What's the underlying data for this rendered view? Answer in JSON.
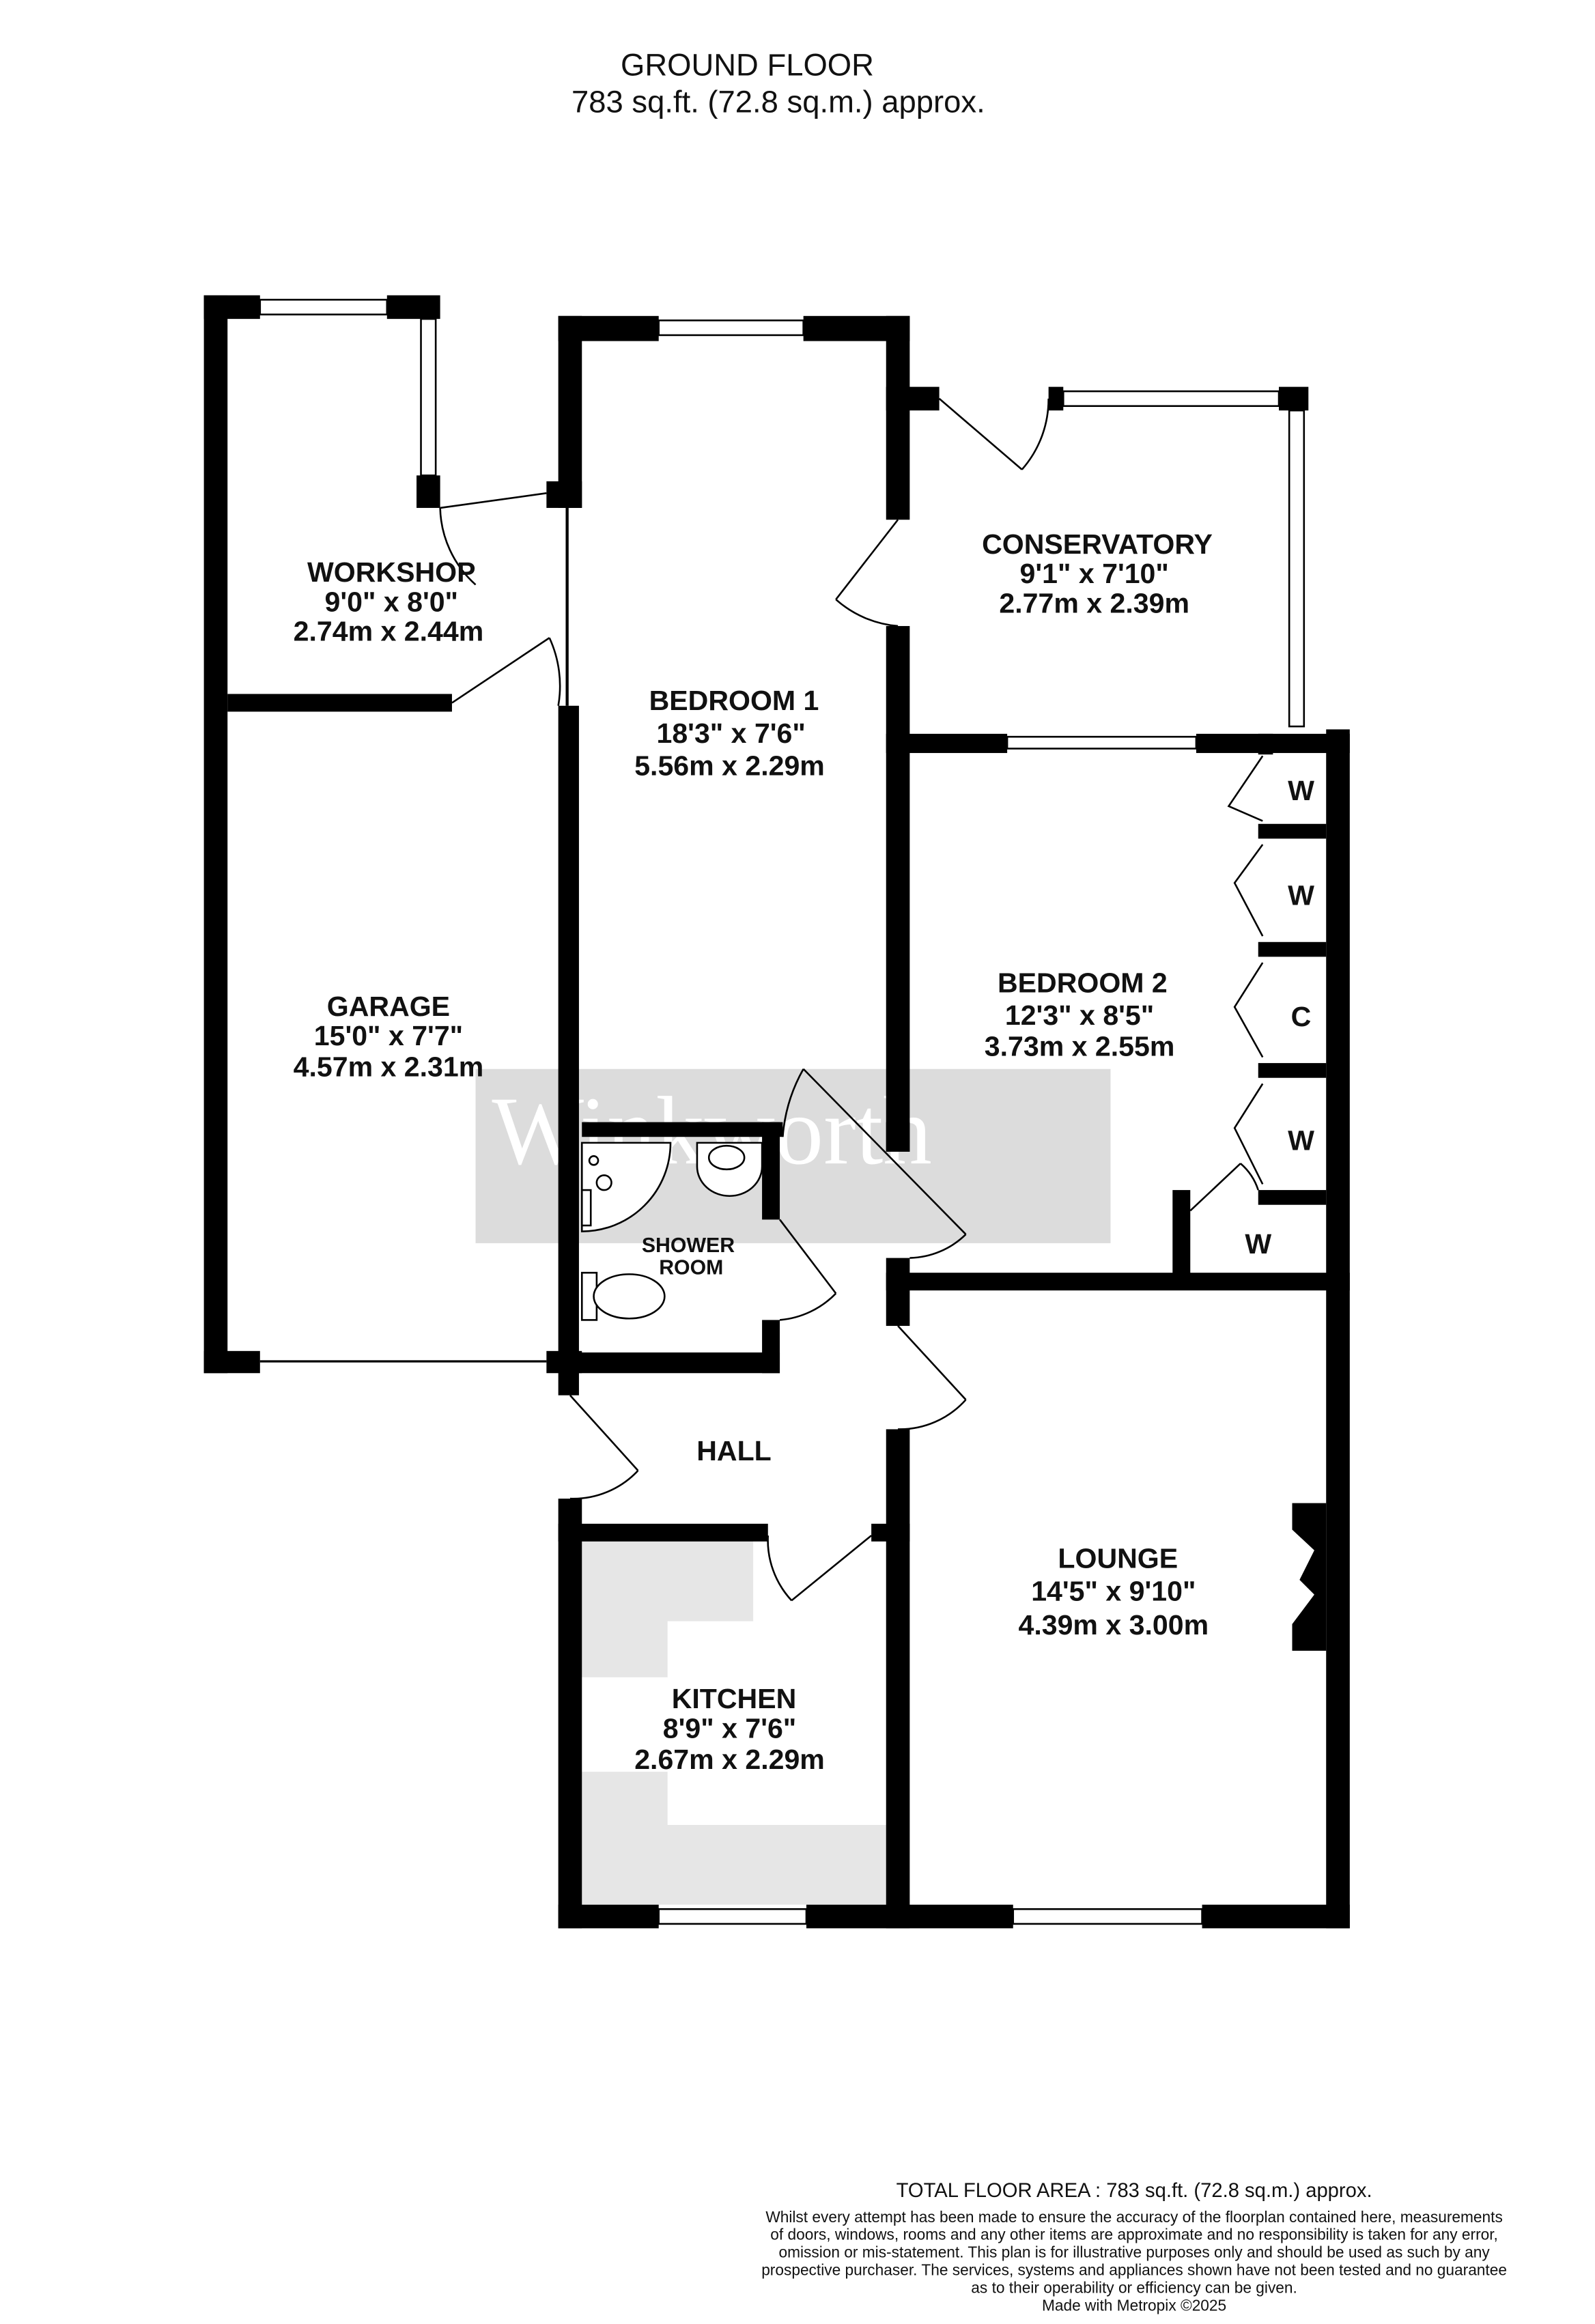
{
  "header": {
    "title": "GROUND FLOOR",
    "area": "783 sq.ft. (72.8 sq.m.) approx."
  },
  "watermark": "Winkworth",
  "rooms": {
    "workshop": {
      "name": "WORKSHOP",
      "imperial": "9'0\"  x 8'0\"",
      "metric": "2.74m  x 2.44m"
    },
    "bedroom1": {
      "name": "BEDROOM 1",
      "imperial": "18'3\"  x 7'6\"",
      "metric": "5.56m  x 2.29m"
    },
    "conservatory": {
      "name": "CONSERVATORY",
      "imperial": "9'1\"  x 7'10\"",
      "metric": "2.77m  x 2.39m"
    },
    "garage": {
      "name": "GARAGE",
      "imperial": "15'0\"  x 7'7\"",
      "metric": "4.57m  x 2.31m"
    },
    "bedroom2": {
      "name": "BEDROOM 2",
      "imperial": "12'3\"  x 8'5\"",
      "metric": "3.73m  x 2.55m"
    },
    "shower_room": {
      "name_line1": "SHOWER",
      "name_line2": "ROOM"
    },
    "hall": {
      "name": "HALL"
    },
    "lounge": {
      "name": "LOUNGE",
      "imperial": "14'5\"  x 9'10\"",
      "metric": "4.39m  x 3.00m"
    },
    "kitchen": {
      "name": "KITCHEN",
      "imperial": "8'9\"  x 7'6\"",
      "metric": "2.67m  x 2.29m"
    }
  },
  "cupboards": [
    "W",
    "W",
    "C",
    "W",
    "W"
  ],
  "footer": {
    "total": "TOTAL FLOOR AREA : 783 sq.ft. (72.8 sq.m.) approx.",
    "disclaimer": [
      "Whilst every attempt has been made to ensure the accuracy of the floorplan contained here, measurements",
      "of doors, windows, rooms and any other items are approximate and no responsibility is taken for any error,",
      "omission or mis-statement. This plan is for illustrative purposes only and should be used as such by any",
      "prospective purchaser. The services, systems and appliances shown have not been tested and no guarantee",
      "as to their operability or efficiency can be given."
    ],
    "credit": "Made with Metropix ©2025"
  },
  "colors": {
    "wall": "#000000",
    "watermark_bg": "#dcdcdc",
    "kitchen_units": "#e6e6e6"
  }
}
